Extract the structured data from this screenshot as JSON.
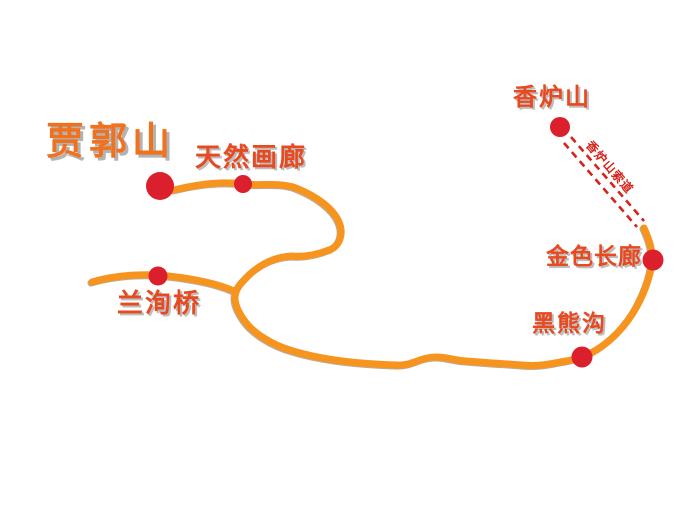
{
  "map": {
    "title": "贾郭山",
    "locations": [
      {
        "name": "贾郭山",
        "marker": "large-dot"
      },
      {
        "name": "天然画廊",
        "marker": "dot"
      },
      {
        "name": "兰洵桥",
        "marker": "dot"
      },
      {
        "name": "香炉山",
        "marker": "dot"
      },
      {
        "name": "金色长廊",
        "marker": "dot"
      },
      {
        "name": "黑熊沟",
        "marker": "dot"
      }
    ],
    "cableway_label": "香炉山索道",
    "colors": {
      "background": "#FFFFFF",
      "trail": "#F7941D",
      "marker": "#DC1F2C",
      "title_text": "#F0711E",
      "label_text": "#E8491F",
      "cableway": "#D5231B",
      "text_shadow": "#B3B3B3"
    }
  }
}
